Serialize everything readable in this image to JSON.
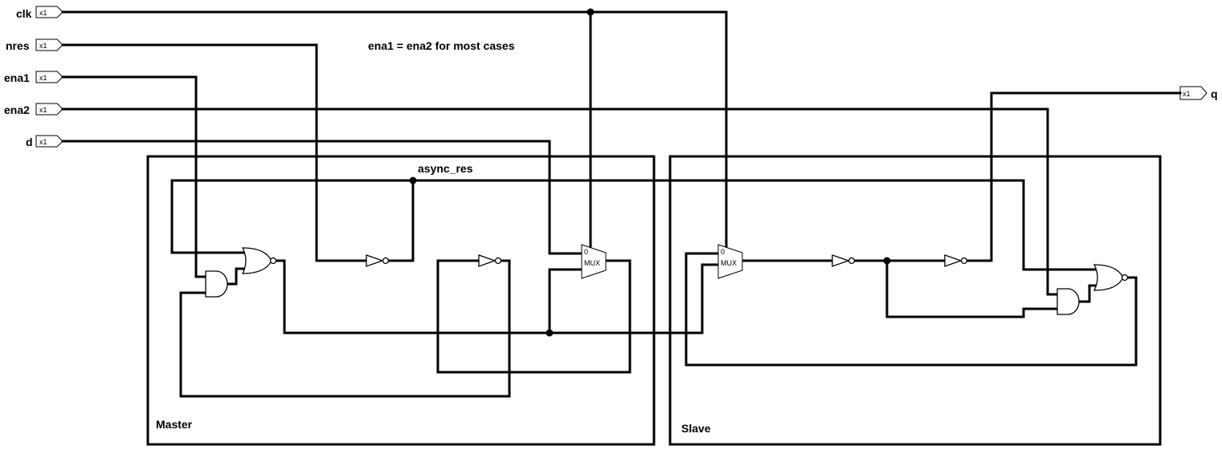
{
  "inputs": {
    "clk": {
      "label": "clk",
      "tag": "x1"
    },
    "nres": {
      "label": "nres",
      "tag": "x1"
    },
    "ena1": {
      "label": "ena1",
      "tag": "x1"
    },
    "ena2": {
      "label": "ena2",
      "tag": "x1"
    },
    "d": {
      "label": "d",
      "tag": "x1"
    }
  },
  "output": {
    "label": "q",
    "tag": "x1"
  },
  "note": "ena1 = ena2 for most cases",
  "net_label": "async_res",
  "blocks": {
    "master": {
      "label": "Master"
    },
    "slave": {
      "label": "Slave"
    }
  },
  "mux": {
    "zero_label": "0",
    "label": "MUX"
  }
}
